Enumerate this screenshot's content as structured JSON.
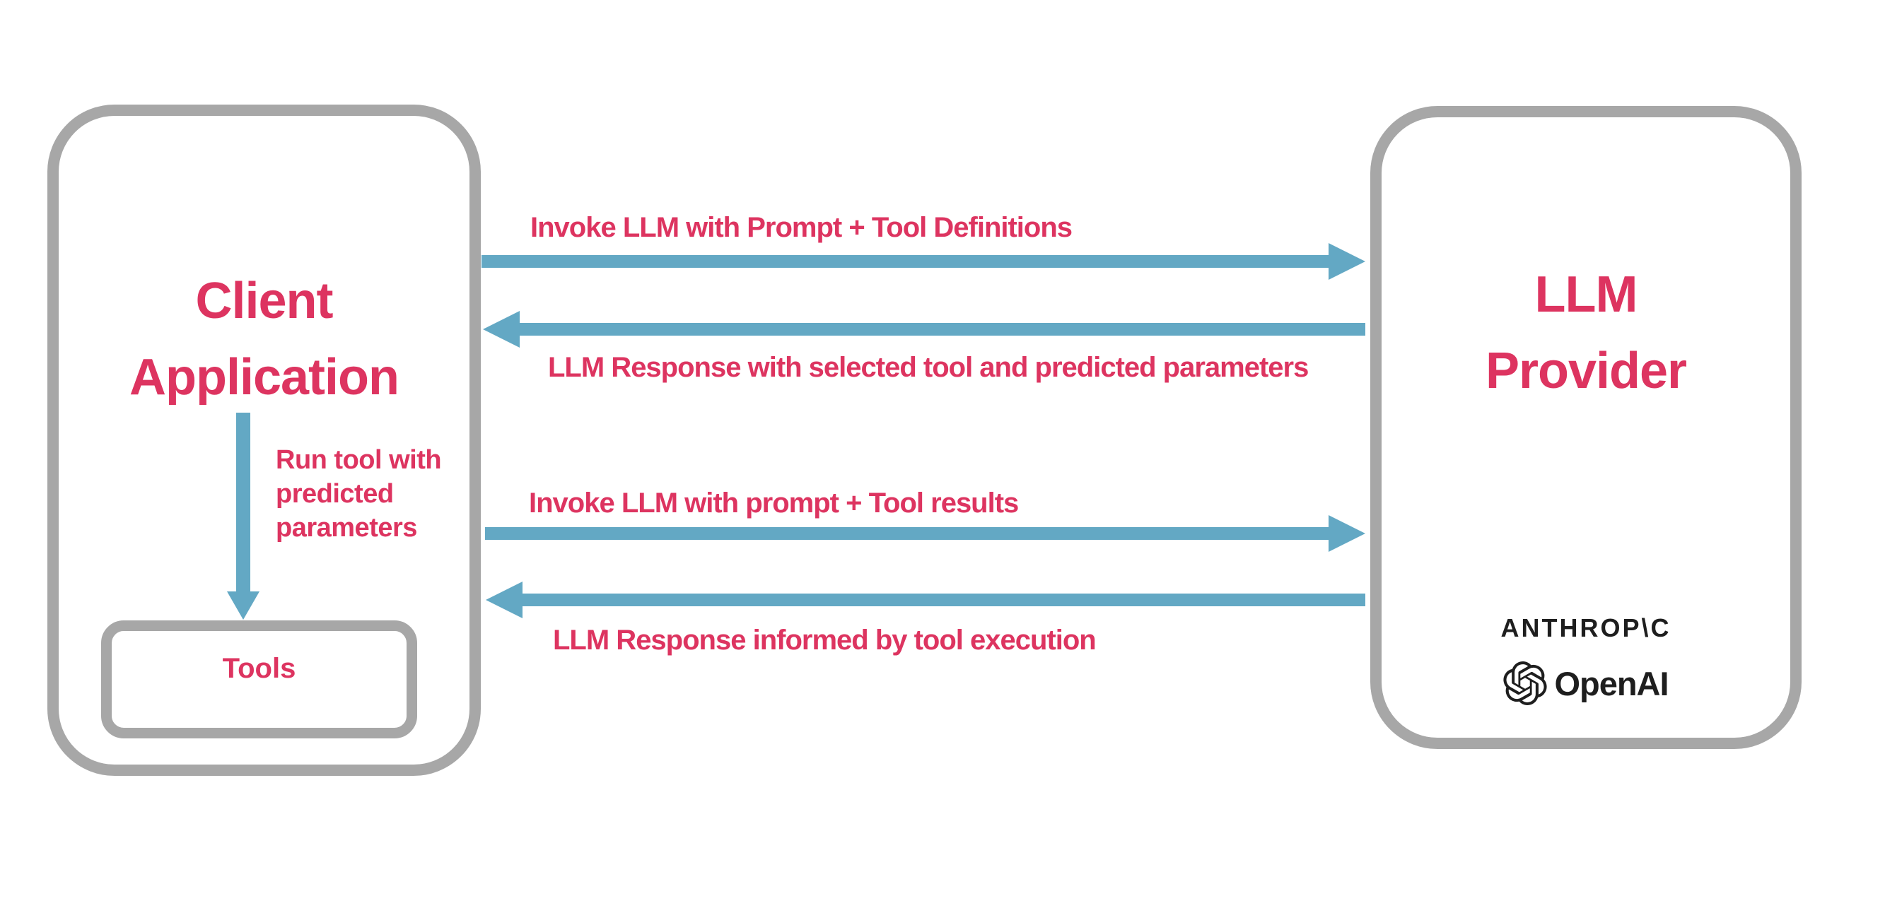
{
  "theme": {
    "pink": "#dd3460",
    "blue": "#63a8c4",
    "gray": "#a7a7a7",
    "ink": "#1e1e1e",
    "bg": "#ffffff"
  },
  "client_box": {
    "title_line1": "Client",
    "title_line2": "Application",
    "run_tool_note": {
      "line1": "Run tool with",
      "line2": "predicted",
      "line3": "parameters"
    },
    "tools_label": "Tools"
  },
  "llm_box": {
    "title_line1": "LLM",
    "title_line2": "Provider",
    "anthropic_wordmark": "ANTHROP\\C",
    "openai_wordmark": "OpenAI"
  },
  "messages": {
    "request1": "Invoke LLM with Prompt + Tool Definitions",
    "response1": "LLM Response with selected tool and predicted parameters",
    "request2": "Invoke LLM with prompt + Tool results",
    "response2": "LLM Response informed by tool execution"
  }
}
